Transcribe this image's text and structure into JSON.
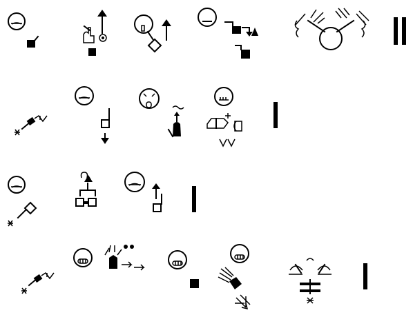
{
  "colors": {
    "ink": "#000000",
    "background": "#ffffff"
  },
  "rows": [
    {
      "signs": [
        {
          "id": "r1-s1",
          "icon": "face-with-hand-mark"
        },
        {
          "id": "r1-s2",
          "icon": "hand-with-arrows"
        },
        {
          "id": "r1-s3",
          "icon": "face-with-diamond-hand"
        },
        {
          "id": "r1-s4",
          "icon": "face-with-movement-arrows"
        },
        {
          "id": "r1-s5",
          "icon": "two-hands-over-head"
        }
      ],
      "separator": "double"
    },
    {
      "signs": [
        {
          "id": "r2-s1",
          "icon": "brush-stroke-hand"
        },
        {
          "id": "r2-s2",
          "icon": "face-with-down-arrow"
        },
        {
          "id": "r2-s3",
          "icon": "surprised-face-with-fist"
        },
        {
          "id": "r2-s4",
          "icon": "face-with-flat-hand"
        }
      ],
      "separator": "single"
    },
    {
      "signs": [
        {
          "id": "r3-s1",
          "icon": "face-with-diamond-stick"
        },
        {
          "id": "r3-s2",
          "icon": "two-square-hands"
        },
        {
          "id": "r3-s3",
          "icon": "face-with-up-arrow-hand"
        }
      ],
      "separator": "single"
    },
    {
      "signs": [
        {
          "id": "r4-s1",
          "icon": "brush-stroke-hand"
        },
        {
          "id": "r4-s2",
          "icon": "face-with-fingers-spread"
        },
        {
          "id": "r4-s3",
          "icon": "face-with-fist"
        },
        {
          "id": "r4-s4",
          "icon": "face-with-waving-hand"
        },
        {
          "id": "r4-s5",
          "icon": "hands-at-shoulders"
        }
      ],
      "separator": "single"
    }
  ]
}
